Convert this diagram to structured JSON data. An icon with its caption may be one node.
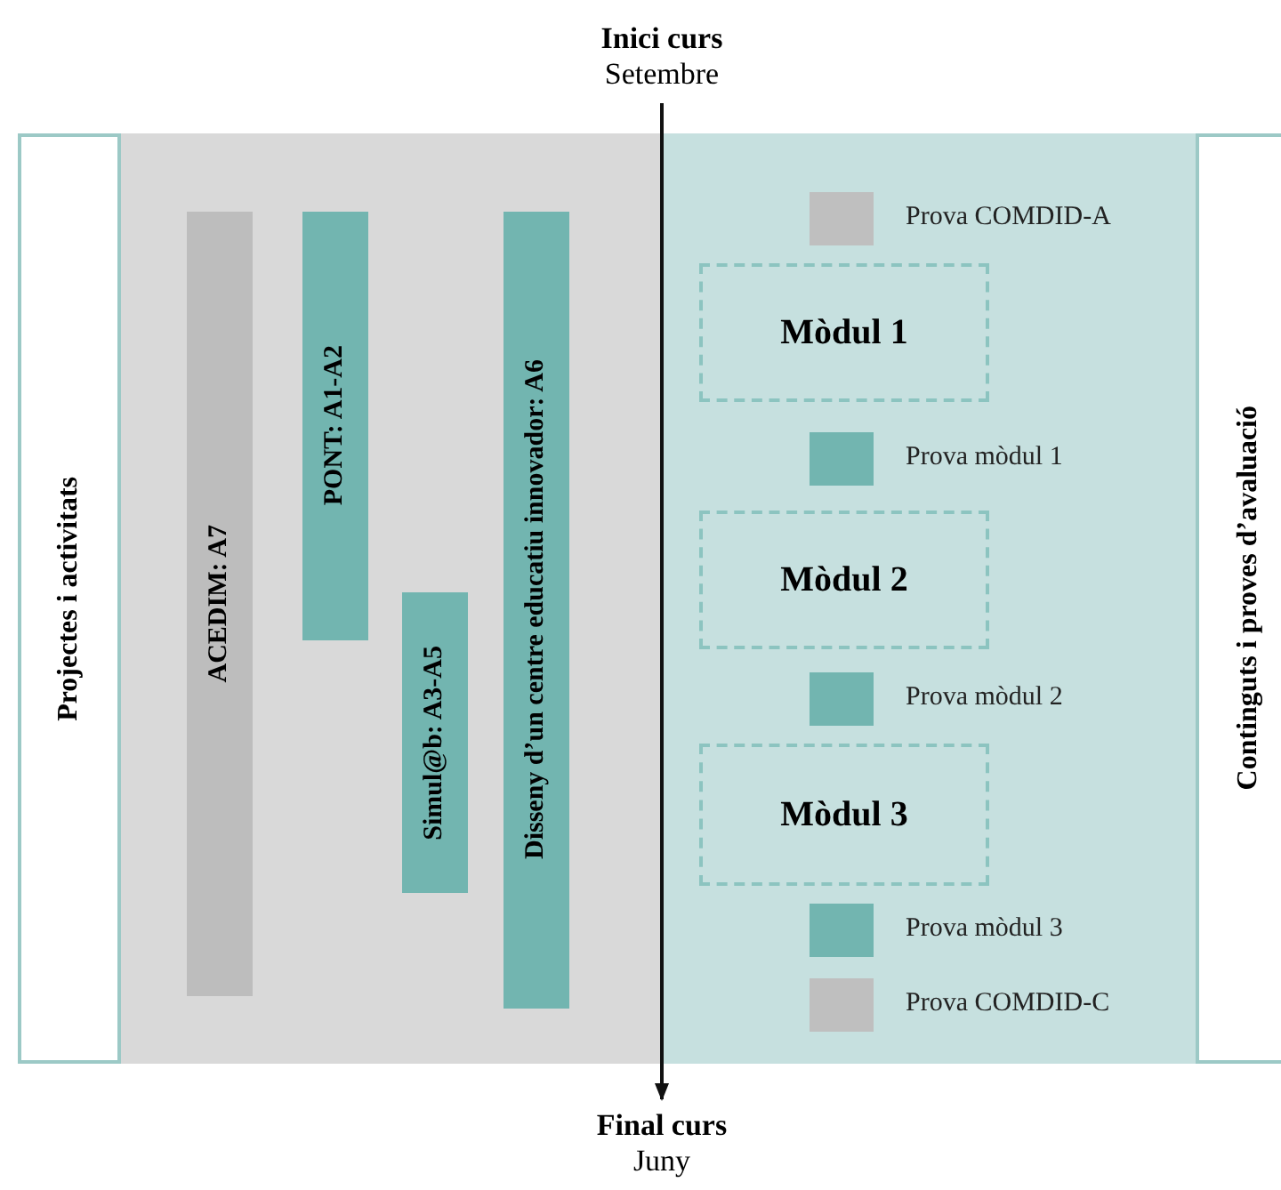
{
  "diagram": {
    "nodes": [
      {
        "text": [
          "Projectes i activitats"
        ]
      },
      {
        "text": [],
        "shape": "box"
      },
      {
        "text": [
          "ACEDIM: A7"
        ],
        "in": 1
      },
      {
        "text": [
          "PONT: A1-A2"
        ],
        "in": 1
      },
      {
        "text": [
          "Simul@b: A3-A5"
        ],
        "in": 1
      },
      {
        "text": [
          "Disseny d’un centre educatiu innovador: A6"
        ],
        "in": 1
      },
      {
        "text": [],
        "shape": "box"
      },
      {
        "text": [],
        "shape": "box",
        "in": 6,
        "beside": [
          "Prova COMDID-A"
        ]
      },
      {
        "text": [
          "Mòdul 1"
        ],
        "in": 6
      },
      {
        "text": [],
        "shape": "box",
        "in": 6,
        "beside": [
          "Prova mòdul 1"
        ]
      },
      {
        "text": [
          "Mòdul 2"
        ],
        "in": 6
      },
      {
        "text": [],
        "shape": "box",
        "in": 6,
        "beside": [
          "Prova mòdul 2"
        ]
      },
      {
        "text": [
          "Mòdul 3"
        ],
        "in": 6
      },
      {
        "text": [],
        "shape": "box",
        "in": 6,
        "beside": [
          "Prova mòdul 3"
        ]
      },
      {
        "text": [],
        "shape": "box",
        "in": 6,
        "beside": [
          "Prova COMDID-C"
        ]
      },
      {
        "text": [
          "Continguts i proves d’avaluació"
        ]
      },
      {
        "text": [
          "Inici curs",
          "Setembre"
        ]
      },
      {
        "text": [
          "Final curs",
          "Juny"
        ]
      }
    ],
    "edges": [
      {
        "from": 16,
        "to": 17,
        "arrow": "to"
      }
    ]
  }
}
